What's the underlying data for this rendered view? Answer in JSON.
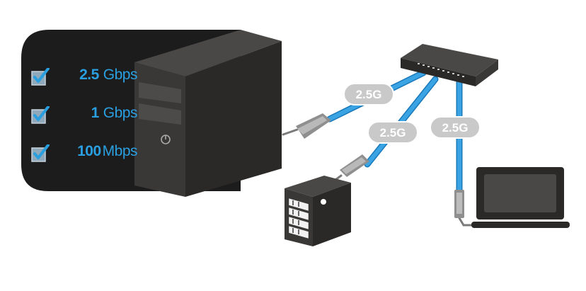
{
  "colors": {
    "accent": "#2a9fe0",
    "panel": "#1d1c1c",
    "tower": "#2e2c2b",
    "badge": "#c9c9c9",
    "cable": "#3aa3e3"
  },
  "speeds": [
    {
      "value": "2.5",
      "unit": "Gbps",
      "checked": true
    },
    {
      "value": "1",
      "unit": "Gbps",
      "checked": true
    },
    {
      "value": "100",
      "unit": "Mbps",
      "checked": true
    }
  ],
  "links": [
    {
      "label": "2.5G",
      "target": "tower-pc"
    },
    {
      "label": "2.5G",
      "target": "nas"
    },
    {
      "label": "2.5G",
      "target": "laptop"
    }
  ],
  "icons": {
    "check": "checkbox-checked-icon",
    "power": "power-icon",
    "switch": "network-switch-icon",
    "adapter": "usb-ethernet-adapter-icon",
    "nas": "nas-icon",
    "laptop": "laptop-icon"
  }
}
